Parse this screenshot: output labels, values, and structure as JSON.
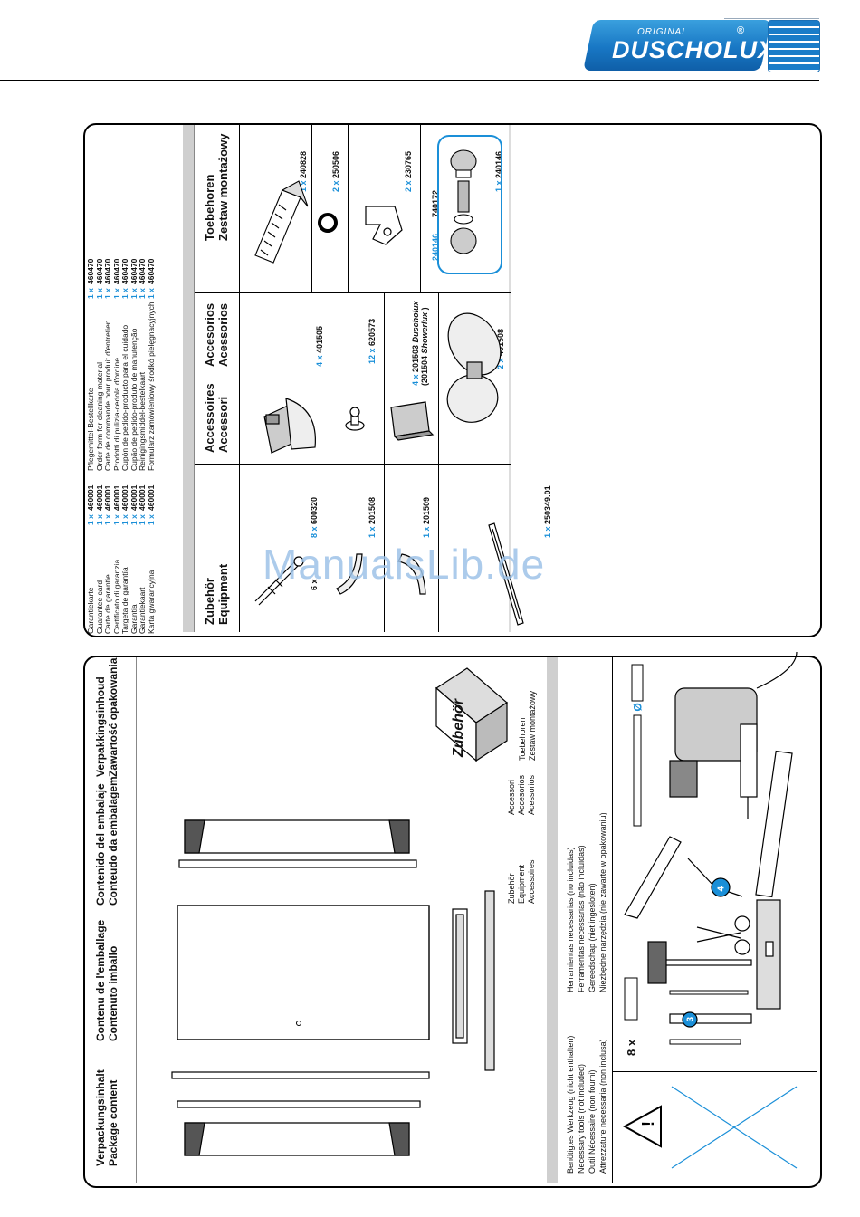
{
  "logo": {
    "original": "ORIGINAL",
    "brand": "DUSCHOLUX",
    "registered": "®"
  },
  "watermark": "ManualsLib.de",
  "right_panel": {
    "cards": {
      "guarantee": [
        {
          "label": "Garantiekarte",
          "qty": "1 x",
          "code": "460001"
        },
        {
          "label": "Guarantee card",
          "qty": "1 x",
          "code": "460001"
        },
        {
          "label": "Carte de garantie",
          "qty": "1 x",
          "code": "460001"
        },
        {
          "label": "Certificato di garanzia",
          "qty": "1 x",
          "code": "460001"
        },
        {
          "label": "Targeta de garantía",
          "qty": "1 x",
          "code": "460001"
        },
        {
          "label": "Garantia",
          "qty": "1 x",
          "code": "460001"
        },
        {
          "label": "Garantiekaart",
          "qty": "1 x",
          "code": "460001"
        },
        {
          "label": "Karta gwarancyjna",
          "qty": "1 x",
          "code": "460001"
        }
      ],
      "care": [
        {
          "label": "Pflegemittel-Bestellkarte",
          "qty": "1 x",
          "code": "460470"
        },
        {
          "label": "Order form for cleaning material",
          "qty": "1 x",
          "code": "460470"
        },
        {
          "label": "Carte de commande pour produit d'entretien",
          "qty": "1 x",
          "code": "460470"
        },
        {
          "label": "Prodotti di pulizia-cedola d'ordine",
          "qty": "1 x",
          "code": "460470"
        },
        {
          "label": "Cupón de pedido-producto para el cuidado",
          "qty": "1 x",
          "code": "460470"
        },
        {
          "label": "Cupão de pedido-produto de manutenção",
          "qty": "1 x",
          "code": "460470"
        },
        {
          "label": "Reinigingsmiddel-bestelkaart",
          "qty": "1 x",
          "code": "460470"
        },
        {
          "label": "Formularz zamówieniowy środkó pielęgnacyjnych",
          "qty": "1 x",
          "code": "460470"
        }
      ]
    },
    "sections": {
      "zubehoer": {
        "line1": "Zubehör",
        "line2": "Equipment"
      },
      "accessoires": {
        "line1": "Accessoires",
        "line2": "Accessori"
      },
      "accesorios": {
        "line1": "Accesorios",
        "line2": "Acessorios"
      },
      "toebehoren": {
        "line1": "Toebehoren",
        "line2": "Zestaw montażowy"
      }
    },
    "items": {
      "screws": {
        "qty": "8 x",
        "code": "600320",
        "extra": "6 x"
      },
      "seal_a": {
        "qty": "1 x",
        "code": "201508"
      },
      "seal_b": {
        "qty": "1 x",
        "code": "201509"
      },
      "profile": {
        "qty": "1 x",
        "code": "250349.01"
      },
      "bracket": {
        "qty": "4 x",
        "code": "401505"
      },
      "knob": {
        "qty": "12 x",
        "code": "620573"
      },
      "pad": {
        "qty": "4 x",
        "code": "201503",
        "brand1": "Duscholux",
        "alt": "(201504",
        "brand2": "Showerlux",
        "alt_end": ")"
      },
      "hinge": {
        "qty": "2 x",
        "code": "401508"
      },
      "comb": {
        "qty": "1 x",
        "code": "240828"
      },
      "washer": {
        "qty": "2 x",
        "code": "250506"
      },
      "clip": {
        "qty": "2 x",
        "code": "230765"
      },
      "assembly": {
        "qty": "1 x",
        "code": "240146",
        "part_a": "240146",
        "part_b": "740172"
      }
    }
  },
  "left_panel": {
    "headers": [
      {
        "line1": "Verpackungsinhalt",
        "line2": "Package content"
      },
      {
        "line1": "Contenu de l'emballage",
        "line2": "Contenuto imballo"
      },
      {
        "line1": "Contenido del embalaje",
        "line2": "Conteudo da embalagem"
      },
      {
        "line1": "Verpakkingsinhoud",
        "line2": "Zawartość opakowania"
      }
    ],
    "box_label": "Zubehör",
    "legend": [
      [
        "Zubehör",
        "Equipment",
        "Accessoires"
      ],
      [
        "Accessori",
        "Accesorios",
        "Acessorios"
      ],
      [
        "Toebehoren",
        "Zestaw montażowy"
      ]
    ],
    "tools_left": [
      "Benötigtes Werkzeug (nicht enthalten)",
      "Necessary tools (not included)",
      "Outil Nécessaire (non fourni)",
      "Attrezzature necessaria (non inclusa)"
    ],
    "tools_right": [
      "Herramientas necessarias (no incluidas)",
      "Ferramentas necessarias (não incluidas)",
      "Gereedschap (niet ingesloten)",
      "Niezbędne narzędzia (nie zawarte w opakowaniu)"
    ],
    "dowel_count": "8 x",
    "screwdriver_num": "3",
    "hex_num": "4",
    "diameter": "Ø"
  }
}
